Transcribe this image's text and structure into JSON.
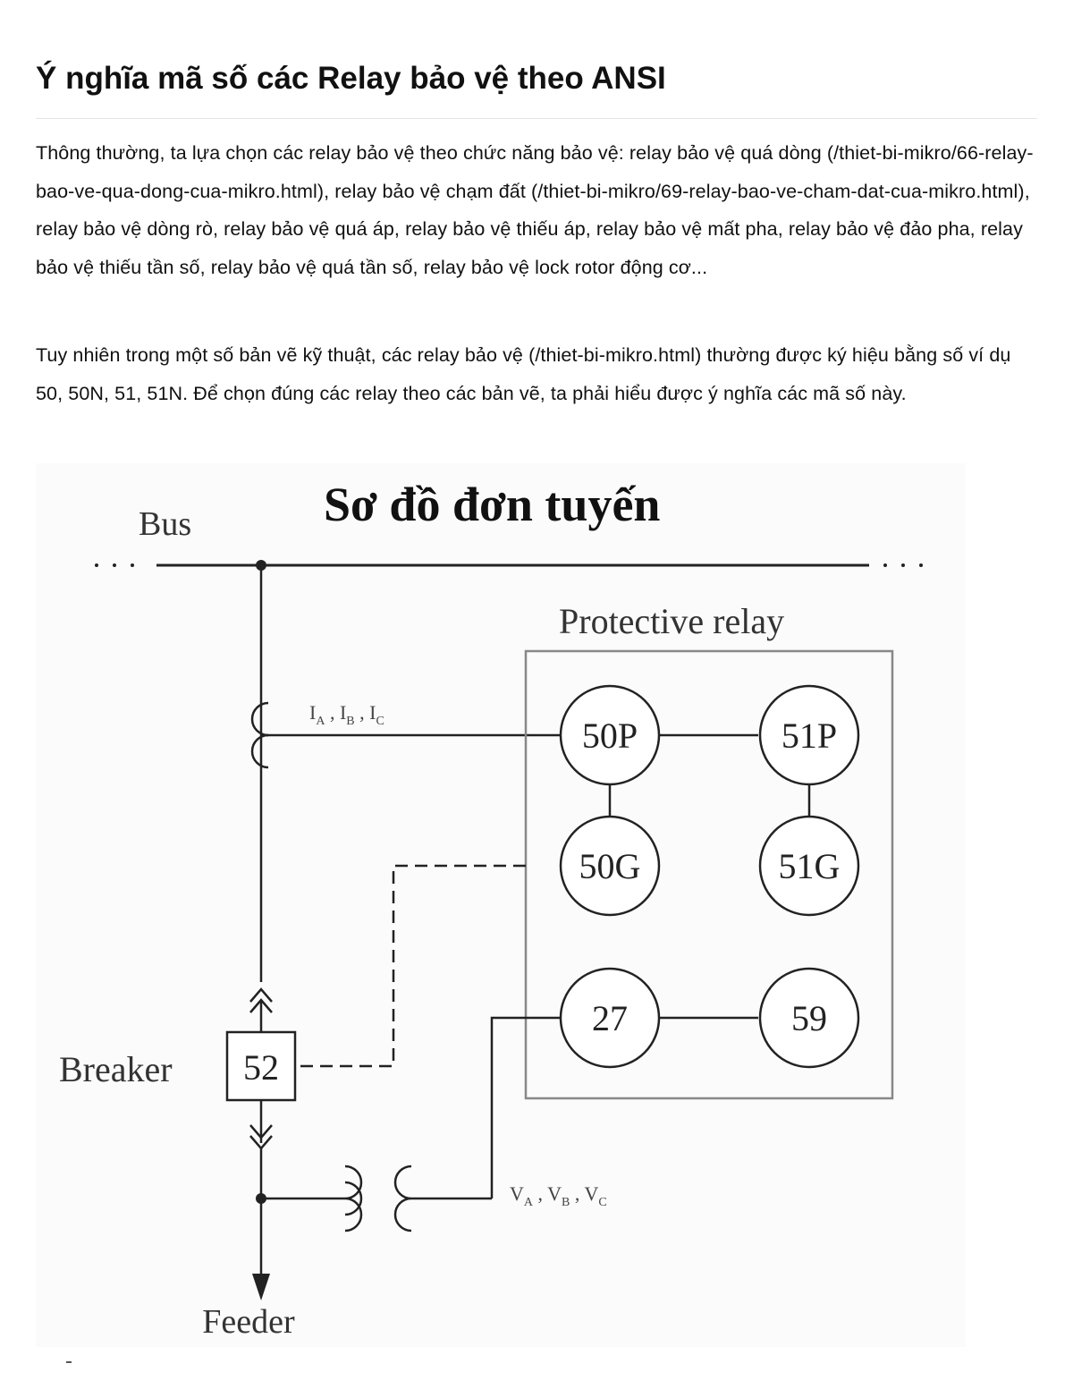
{
  "article": {
    "title": "Ý nghĩa mã số các Relay bảo vệ theo ANSI",
    "paragraphs": [
      "Thông thường, ta lựa chọn các relay bảo vệ theo chức năng bảo vệ: relay bảo vệ quá dòng (/thiet-bi-mikro/66-relay-bao-ve-qua-dong-cua-mikro.html), relay bảo vệ chạm đất (/thiet-bi-mikro/69-relay-bao-ve-cham-dat-cua-mikro.html), relay bảo vệ dòng rò, relay bảo vệ quá áp, relay bảo vệ thiếu áp, relay bảo vệ mất pha, relay bảo vệ đảo pha, relay bảo vệ thiếu tần số, relay bảo vệ quá tần số, relay bảo vệ lock rotor động cơ...",
      "Tuy nhiên trong một số bản vẽ kỹ thuật, các relay bảo vệ (/thiet-bi-mikro.html) thường được ký hiệu bằng số ví dụ 50, 50N, 51, 51N. Để chọn đúng các relay theo các bản vẽ, ta phải hiểu được ý nghĩa các mã số này."
    ]
  },
  "diagram": {
    "title": "Sơ đồ đơn tuyến",
    "bus_label": "Bus",
    "relay_box_label": "Protective relay",
    "breaker_label": "Breaker",
    "breaker_number": "52",
    "feeder_label": "Feeder",
    "current_signal": {
      "base": "I",
      "subs": [
        "A",
        "B",
        "C"
      ]
    },
    "voltage_signal": {
      "base": "V",
      "subs": [
        "A",
        "B",
        "C"
      ]
    },
    "relays": {
      "r50p": "50P",
      "r51p": "51P",
      "r50g": "50G",
      "r51g": "51G",
      "r27": "27",
      "r59": "59"
    }
  }
}
